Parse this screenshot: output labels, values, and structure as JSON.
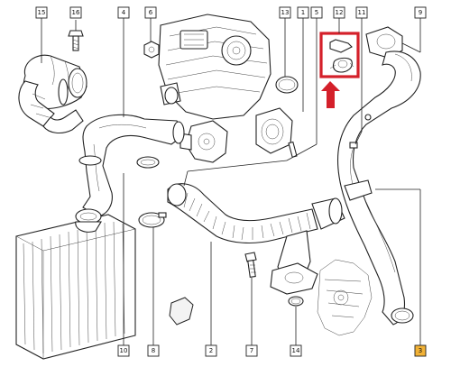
{
  "callouts": [
    {
      "id": "c15",
      "text": "15"
    },
    {
      "id": "c16",
      "text": "16"
    },
    {
      "id": "c4",
      "text": "4"
    },
    {
      "id": "c6",
      "text": "6"
    },
    {
      "id": "c13",
      "text": "13"
    },
    {
      "id": "c1",
      "text": "1"
    },
    {
      "id": "c5",
      "text": "5"
    },
    {
      "id": "c12",
      "text": "12"
    },
    {
      "id": "c11",
      "text": "11"
    },
    {
      "id": "c9",
      "text": "9"
    },
    {
      "id": "c10",
      "text": "10"
    },
    {
      "id": "c8",
      "text": "8"
    },
    {
      "id": "c2",
      "text": "2"
    },
    {
      "id": "c7",
      "text": "7"
    },
    {
      "id": "c14",
      "text": "14"
    },
    {
      "id": "c3",
      "text": "3"
    }
  ],
  "colors": {
    "highlight": "#d4202a",
    "label_3_fill": "#f2b236",
    "line": "#222222"
  }
}
